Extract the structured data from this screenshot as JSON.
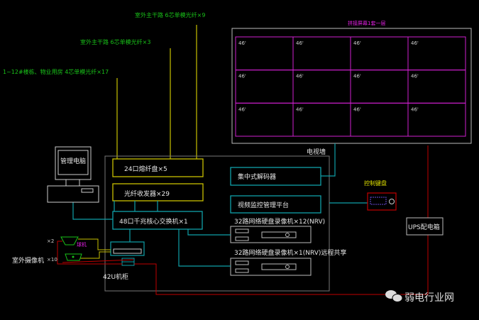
{
  "fiber_labels": [
    "室外主干路 6芯单模光纤×9",
    "室外主干路 6芯单模光纤×3",
    "1~12#楼栋、物业用房 4芯单模光纤×17"
  ],
  "video_wall": {
    "title": "拼接屏幕1套一层",
    "screen_size": "46'",
    "rows": 3,
    "cols": 4,
    "label": "电视墙"
  },
  "pc_label": "管理电脑",
  "rack": {
    "label": "42U机柜",
    "units": [
      "24口熔纤盘×5",
      "光纤收发器×29",
      "48口千兆核心交换机×1",
      "集中式解码器",
      "视频监控管理平台"
    ]
  },
  "nvr": [
    "32路网络硬盘录像机×12(NRV)",
    "32路网络硬盘录像机×1(NRV)远程共享"
  ],
  "keyboard_label": "控制键盘",
  "ups_label": "UPS配电箱",
  "cameras": {
    "label": "室外摄像机",
    "counts": [
      "×2",
      "×10"
    ],
    "dome_label": "球机"
  },
  "watermark": "弱电行业网",
  "colors": {
    "fiber": "#c8c000",
    "network": "#0fa0a8",
    "power": "#c00000",
    "wall": "#d020d0",
    "label": "#19c219"
  }
}
